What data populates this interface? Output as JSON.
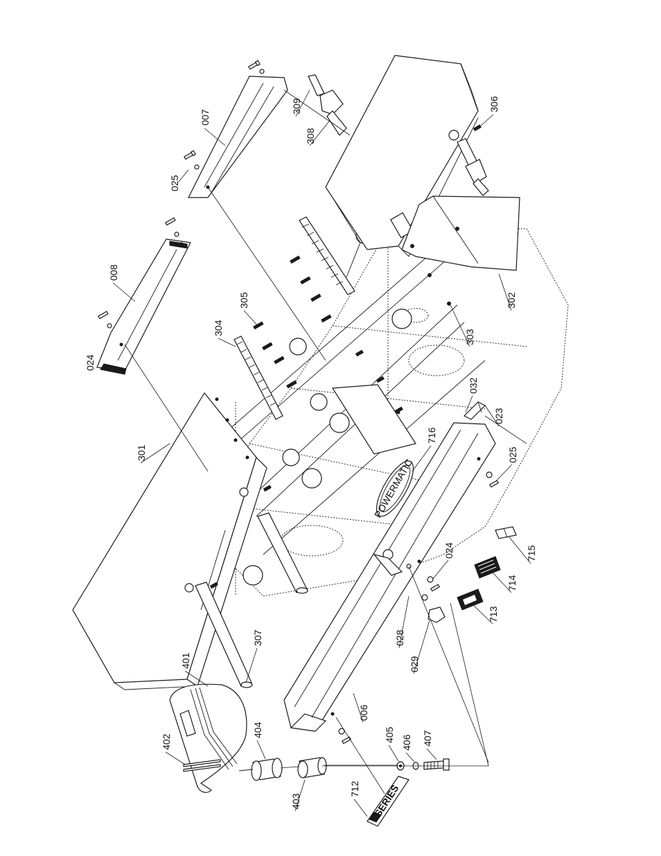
{
  "diagram": {
    "part_labels": [
      "301",
      "302",
      "303",
      "304",
      "305",
      "306",
      "307",
      "308",
      "309",
      "007",
      "008",
      "024",
      "025",
      "006",
      "023",
      "032",
      "716",
      "715",
      "714",
      "713",
      "028",
      "029",
      "401",
      "402",
      "403",
      "404",
      "405",
      "406",
      "407",
      "712"
    ],
    "logo_text": "SERIES",
    "hub_logo_text": "POWERMATIC"
  }
}
